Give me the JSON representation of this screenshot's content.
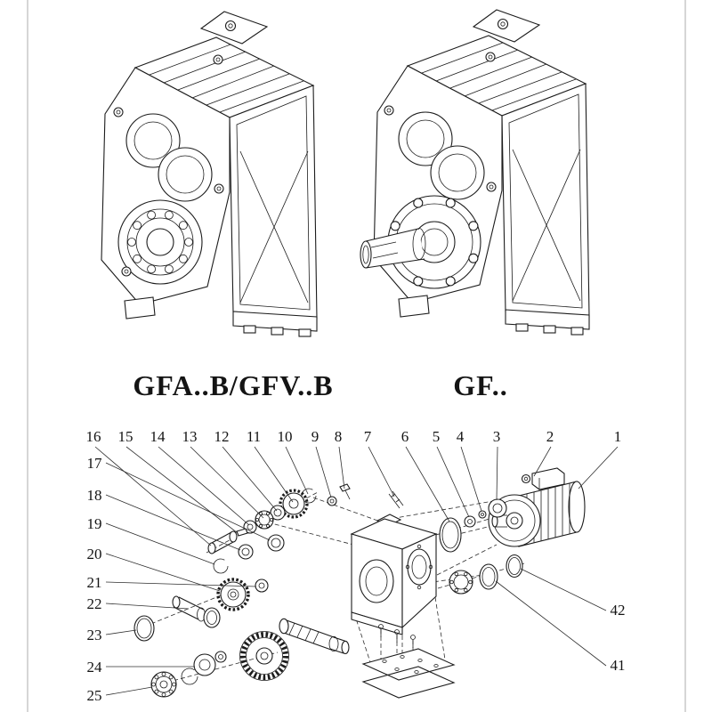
{
  "document": {
    "background": "#ffffff",
    "ink_color": "#1c1c1c"
  },
  "models": {
    "left_label": "GFA..B/GFV..B",
    "right_label": "GF.."
  },
  "exploded": {
    "top_numbers": [
      "16",
      "15",
      "14",
      "13",
      "12",
      "11",
      "10",
      "9",
      "8",
      "7",
      "6",
      "5",
      "4",
      "3",
      "2",
      "1"
    ],
    "left_numbers": [
      "17",
      "18",
      "19",
      "20",
      "21",
      "22",
      "23",
      "24",
      "25"
    ],
    "right_numbers": [
      "42",
      "41"
    ]
  }
}
